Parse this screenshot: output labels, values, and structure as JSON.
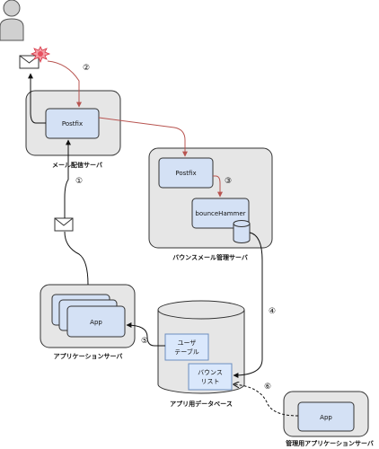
{
  "servers": {
    "mail_delivery": {
      "label": "メール配信サーバ",
      "postfix": "Postfix"
    },
    "bounce_mail_mgmt": {
      "label": "バウンスメール管理サーバ",
      "postfix": "Postfix",
      "bouncehammer": "bounceHammer"
    },
    "application": {
      "label": "アプリケーションサーバ",
      "app": "App"
    },
    "database": {
      "label": "アプリ用データベース",
      "user_table": [
        "ユーザ",
        "テーブル"
      ],
      "bounce_list": [
        "バウンス",
        "リスト"
      ]
    },
    "admin_application": {
      "label": "管理用アプリケーションサーバ",
      "app": "App"
    }
  },
  "steps": [
    "②",
    "①",
    "③",
    "④",
    "⑤",
    "⑥"
  ],
  "icons": [
    "person-icon",
    "envelope-icon",
    "bounce-burst-icon",
    "database-icon"
  ],
  "colors": {
    "server_fill": "#e6e6e6",
    "box_fill": "#d4e1f5",
    "table_fill": "#dae8fc",
    "bounce_arrow": "#b85450",
    "line": "#111111"
  }
}
